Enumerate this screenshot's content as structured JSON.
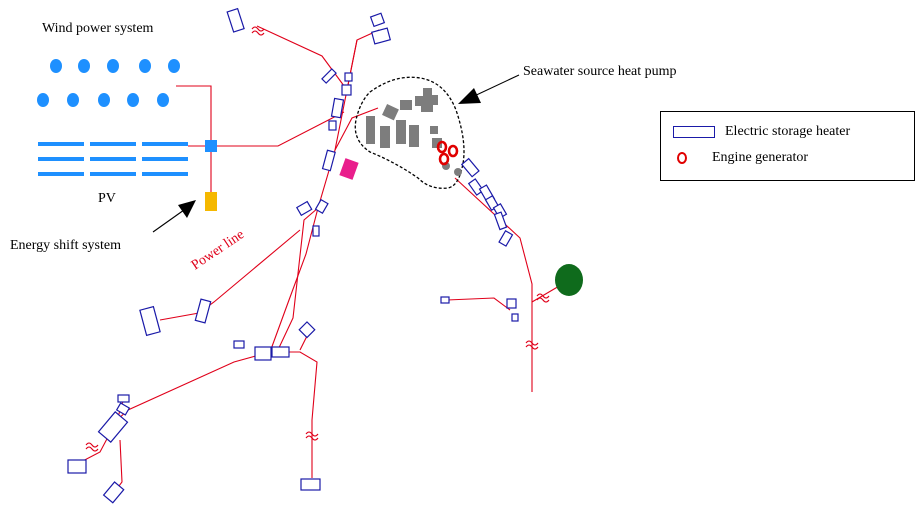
{
  "labels": {
    "wind_power_system": "Wind power system",
    "pv": "PV",
    "energy_shift_system": "Energy shift system",
    "power_line": "Power line",
    "seawater_heat_pump": "Seawater source heat pump"
  },
  "legend": {
    "items": [
      {
        "label": "Electric storage heater",
        "symbol": "blue-rectangle"
      },
      {
        "label": "Engine generator",
        "symbol": "red-ring"
      }
    ]
  },
  "colors": {
    "power_line": "#e0001a",
    "wind_turbine": "#1e90ff",
    "pv_panel": "#1e90ff",
    "building_outline": "#1a1aa8",
    "energy_shift_system": "#f5b800",
    "magenta_facility": "#e91e8c",
    "green_facility": "#0f6b1c",
    "heat_pump_buildings": "#7d7d7d"
  }
}
